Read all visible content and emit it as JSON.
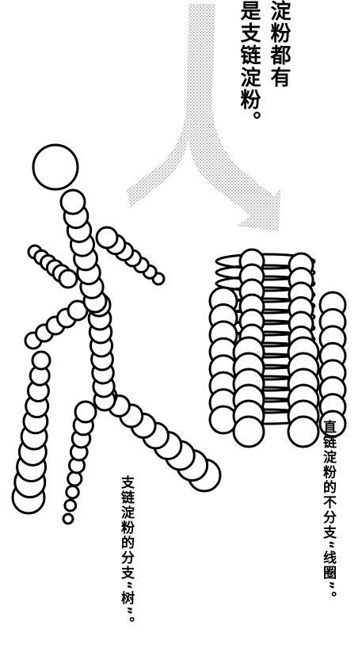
{
  "heading": {
    "line_1": "淀粉都有",
    "line_2": "是支链淀粉。"
  },
  "captions": {
    "branched": "支链淀粉的分支“树”。",
    "straight": "直链淀粉的不分支“线圈”。"
  },
  "colors": {
    "ink": "#000000",
    "paper": "#ffffff",
    "arrow_stipple": "#a6a6a6"
  }
}
